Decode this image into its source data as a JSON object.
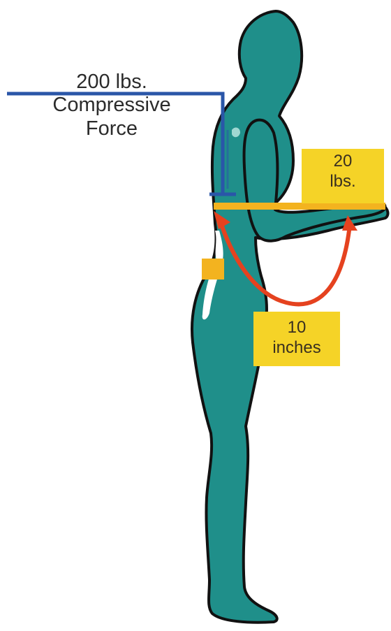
{
  "diagram": {
    "force_label": {
      "line1": "200 lbs.",
      "line2": "Compressive",
      "line3": "Force"
    },
    "weight_label": {
      "line1": "20",
      "line2": "lbs."
    },
    "distance_label": {
      "line1": "10",
      "line2": "inches"
    }
  },
  "colors": {
    "figure": "#1f8f8a",
    "outline": "#111111",
    "force_line": "#2a56a8",
    "arrow": "#e5421f",
    "label_box": "#f5d327",
    "lever_bar": "#f3b31f"
  }
}
